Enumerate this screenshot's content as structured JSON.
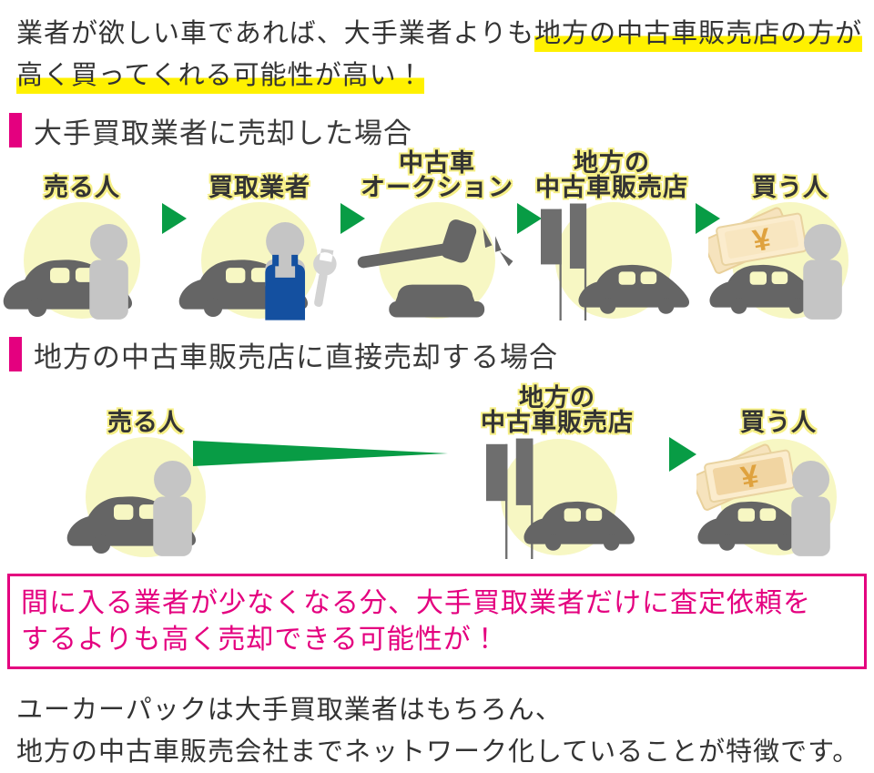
{
  "colors": {
    "highlight_yellow": "#fff100",
    "accent_pink": "#e4007f",
    "arrow_green": "#089c45",
    "circle_yellow": "#f7f7c3",
    "car_gray": "#656565",
    "person_gray": "#c5c5c5",
    "apron_blue": "#1450a0"
  },
  "intro": {
    "line1_normal": "業者が欲しい車であれば、大手業者よりも",
    "line1_highlight": "地方の中古車販売店の方が",
    "line2_highlight": "高く買ってくれる可能性が高い！"
  },
  "section_major": {
    "title": "大手買取業者に売却した場合",
    "nodes": [
      {
        "icon": "seller-icon",
        "line1": "売る人"
      },
      {
        "icon": "purchase-agent-icon",
        "line1": "買取業者"
      },
      {
        "icon": "auction-icon",
        "line1": "中古車",
        "line2": "オークション"
      },
      {
        "icon": "local-dealer-icon",
        "line1": "地方の",
        "line2": "中古車販売店"
      },
      {
        "icon": "buyer-icon",
        "line1": "買う人"
      }
    ]
  },
  "section_direct": {
    "title": "地方の中古車販売店に直接売却する場合",
    "nodes": [
      {
        "icon": "seller-icon",
        "line1": "売る人"
      },
      {
        "icon": "local-dealer-icon",
        "line1": "地方の",
        "line2": "中古車販売店"
      },
      {
        "icon": "buyer-icon",
        "line1": "買う人"
      }
    ]
  },
  "callout": {
    "line1": "間に入る業者が少なくなる分、大手買取業者だけに査定依頼を",
    "line2": "するよりも高く売却できる可能性が！"
  },
  "footer": {
    "line1": "ユーカーパックは大手買取業者はもちろん、",
    "line2": "地方の中古車販売会社までネットワーク化していることが特徴です。"
  },
  "money_symbol": "¥"
}
